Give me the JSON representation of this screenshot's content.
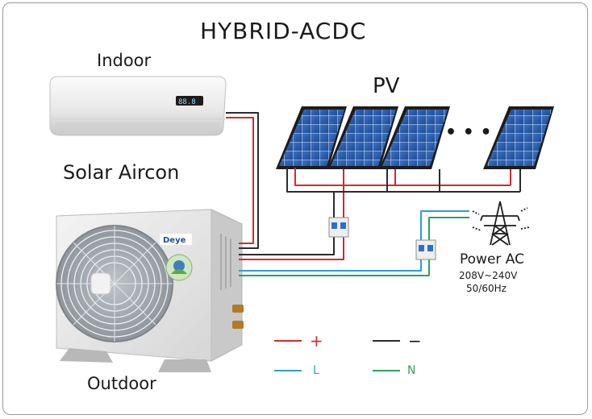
{
  "title": "HYBRID-ACDC",
  "indoor_label": "Indoor",
  "product_label": "Solar  Aircon",
  "outdoor_label": "Outdoor",
  "pv_label": "PV",
  "ellipsis": "• • •",
  "indoor_display": "88.8",
  "brand": "Deye",
  "power": {
    "label": "Power AC",
    "voltage": "208V~240V",
    "frequency": "50/60Hz"
  },
  "legend": [
    {
      "symbol": "+",
      "color": "#d42a2a",
      "icon": "positive-dc-wire"
    },
    {
      "symbol": "−",
      "color": "#2b2b2b",
      "icon": "negative-dc-wire"
    },
    {
      "symbol": "L",
      "color": "#2a9fd6",
      "icon": "live-ac-wire"
    },
    {
      "symbol": "N",
      "color": "#2aa35a",
      "icon": "neutral-ac-wire"
    }
  ],
  "colors": {
    "positive": "#d42a2a",
    "negative": "#2b2b2b",
    "live": "#2a9fd6",
    "neutral": "#2aa35a",
    "panel": "#2c5aa8"
  }
}
